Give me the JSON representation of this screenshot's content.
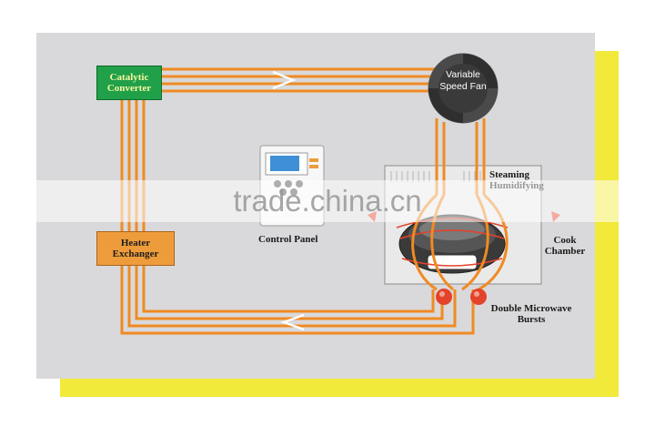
{
  "labels": {
    "catalytic_converter": "Catalytic Converter",
    "heater_exchanger": "Heater Exchanger",
    "variable_speed_fan": "Variable Speed Fan",
    "control_panel": "Control Panel",
    "steaming_humidifying": "Steaming Humidifying",
    "cook_chamber": "Cook Chamber",
    "double_microwave_bursts": "Double Microwave Bursts"
  },
  "watermark": "trade.china.cn",
  "colors": {
    "background_panel": "#d9d9db",
    "shadow": "#f1ea3a",
    "airflow_pipe": "#f08a22",
    "catalytic_box": "#21a04a",
    "heater_box": "#ee9c3b",
    "control_screen": "#3e8fd6",
    "microwave_burst": "#e4432b"
  }
}
